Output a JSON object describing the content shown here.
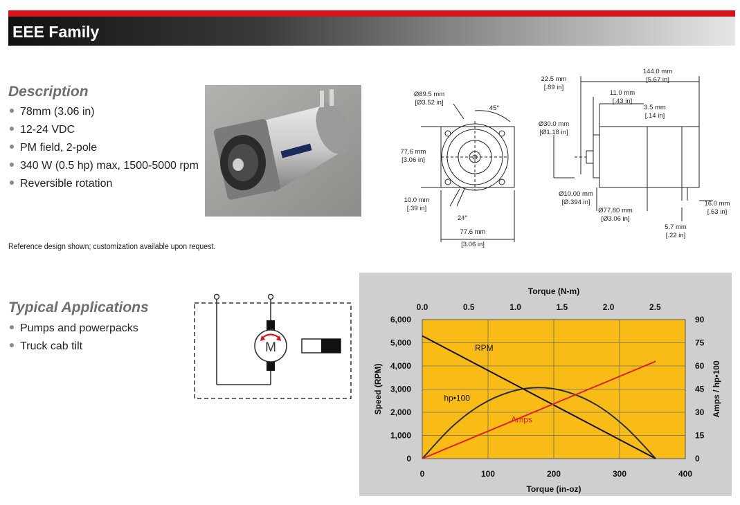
{
  "header": {
    "title": "EEE Family"
  },
  "description": {
    "title": "Description",
    "items": [
      "78mm (3.06 in)",
      "12-24 VDC",
      "PM field, 2-pole",
      "340 W (0.5 hp) max, 1500-5000 rpm",
      "Reversible rotation"
    ]
  },
  "note": "Reference design shown; customization available upon request.",
  "applications": {
    "title": "Typical Applications",
    "items": [
      "Pumps and powerpacks",
      "Truck cab tilt"
    ]
  },
  "schematic": {
    "motor_label": "M"
  },
  "drawing": {
    "front": {
      "dia_outer": "Ø89.5 mm",
      "dia_outer_in": "[Ø3.52 in]",
      "angle_top": "45°",
      "height": "77.6 mm",
      "height_in": "[3.06 in]",
      "lead": "10.0 mm",
      "lead_in": "[.39 in]",
      "angle_bottom": "24°",
      "width": "77.6 mm",
      "width_in": "[3.06 in]"
    },
    "side": {
      "d1": "22.5 mm",
      "d1_in": "[.89 in]",
      "d2": "144.0 mm",
      "d2_in": "[5.67 in]",
      "d3": "11.0 mm",
      "d3_in": "[.43 in]",
      "d4": "3.5 mm",
      "d4_in": "[.14 in]",
      "d5": "Ø30.0 mm",
      "d5_in": "[Ø1.18 in]",
      "d6": "Ø10.00 mm",
      "d6_in": "[Ø.394 in]",
      "d7": "Ø77.80 mm",
      "d7_in": "[Ø3.06 in]",
      "d8": "16.0 mm",
      "d8_in": "[.63 in]",
      "d9": "5.7 mm",
      "d9_in": "[.22 in]"
    }
  },
  "colors": {
    "accent": "#d4141c",
    "chart_bg": "#f9bc16",
    "chart_frame": "#cfcfcf",
    "amps_line": "#e02020",
    "rpm_line": "#111111",
    "hp_line": "#2a2f3a"
  },
  "chart_data": {
    "type": "line",
    "xlabel": "Torque (in-oz)",
    "x2label": "Torque (N-m)",
    "ylabel": "Speed (RPM)",
    "y2label": "Amps / hp•100",
    "xlim": [
      0,
      400
    ],
    "xticks": [
      0,
      100,
      200,
      300,
      400
    ],
    "x2lim": [
      0,
      2.824
    ],
    "x2ticks": [
      "0.0",
      "0.5",
      "1.0",
      "1.5",
      "2.0",
      "2.5"
    ],
    "x2tick_values": [
      0,
      0.5,
      1.0,
      1.5,
      2.0,
      2.5
    ],
    "ylim": [
      0,
      6000
    ],
    "yticks": [
      "0",
      "1,000",
      "2,000",
      "3,000",
      "4,000",
      "5,000",
      "6,000"
    ],
    "ytick_values": [
      0,
      1000,
      2000,
      3000,
      4000,
      5000,
      6000
    ],
    "y2lim": [
      0,
      90
    ],
    "y2ticks": [
      0,
      15,
      30,
      45,
      60,
      75,
      90
    ],
    "grid": true,
    "series": [
      {
        "name": "RPM",
        "axis": "left",
        "color": "#111111",
        "x": [
          0,
          355
        ],
        "y": [
          5300,
          0
        ]
      },
      {
        "name": "hp•100",
        "axis": "right",
        "color": "#2a2f3a",
        "x": [
          0,
          44,
          88,
          133,
          177,
          221,
          266,
          310,
          355
        ],
        "y": [
          0,
          20.1,
          34.5,
          43.1,
          46.0,
          43.1,
          34.5,
          20.1,
          0
        ]
      },
      {
        "name": "Amps",
        "axis": "right",
        "color": "#e02020",
        "x": [
          0,
          355
        ],
        "y": [
          0,
          63
        ]
      }
    ],
    "labels": [
      {
        "text": "RPM",
        "x": 80,
        "y": 4650,
        "axis": "left"
      },
      {
        "text": "hp•100",
        "x": 33,
        "y": 37.5,
        "axis": "right"
      },
      {
        "text": "Amps",
        "x": 135,
        "y": 23.5,
        "axis": "right"
      }
    ]
  }
}
